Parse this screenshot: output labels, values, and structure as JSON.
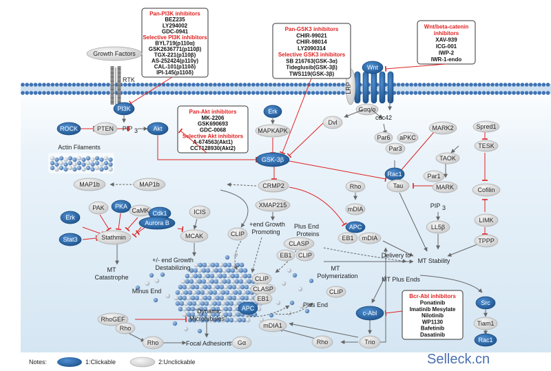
{
  "colors": {
    "clickable_fill": "#2f6aa6",
    "unclickable_fill": "#e4e4e4",
    "membrane": "#3f73b4",
    "inhibit_line": "#e02020",
    "arrow_line": "#666666",
    "box_title": "#e02020"
  },
  "nodes": {
    "growth_factors": "Growth Factors",
    "rtk": "RTK",
    "pi3k": "PI3K",
    "rock": "ROCK",
    "pten": "PTEN",
    "pip3": "PIP",
    "pip3_sub": "3",
    "akt": "Akt",
    "erk_top": "Erk",
    "mapkapk": "MAPKAPK",
    "gsk3b": "GSK-3β",
    "wnt": "Wnt",
    "lrp": "LRP",
    "gaq": "Gαq/o",
    "cdc42": "cdc42",
    "dvl": "Dvl",
    "par6": "Par6",
    "apkc": "aPKC",
    "par3": "Par3",
    "mark2": "MARK2",
    "spred1": "Spred1",
    "tesk": "TESK",
    "taok": "TAOK",
    "par1": "Par1",
    "mark": "MARK",
    "rac1_top": "Rac1",
    "tau": "Tau",
    "cofilin": "Cofilin",
    "limk": "LIMK",
    "tppp": "TPPP",
    "actin": "Actin Filaments",
    "map1b_left": "MAP1b",
    "map1b_right": "MAP1b",
    "crmp2": "CRMP2",
    "rho_mid": "Rho",
    "mdia_mid": "mDIA",
    "apc_mid": "APC",
    "eb1_mid": "EB1",
    "mdia_mid2": "mDIA",
    "pip3_right": "PIP",
    "pip3_right_sub": "3",
    "ll5b": "LL5β",
    "mt_stability": "MT Stability",
    "xmap215": "XMAP215",
    "plus_end_growth": "+end Growth",
    "promoting": "Promoting",
    "plus_end_proteins_1": "Plus End",
    "plus_end_proteins_2": "Proteins",
    "clip_a": "CLIP",
    "clasp_a": "CLASP",
    "eb1_a": "EB1",
    "clip_b": "CLIP",
    "clip_c": "CLIP",
    "clasp_b": "CLASP",
    "eb1_b": "EB1",
    "apc_low": "APC",
    "clip_d": "CLIP",
    "mt_poly_1": "MT",
    "mt_poly_2": "Polymerization",
    "plus_end": "Plus End",
    "minus_end": "Minus End",
    "dynamic_mt_1": "\"Dynamic",
    "dynamic_mt_2": "Microtubules\"",
    "erk_left": "Erk",
    "pak": "PAK",
    "pka": "PKA",
    "camk": "CaMK",
    "stat3": "Stat3",
    "stathmin": "Stathmin",
    "cdk1": "Cdk1",
    "icis": "ICIS",
    "aurora_b": "Aurora B",
    "mcak": "MCAK",
    "pm_end_1": "+/- end Growth",
    "pm_end_2": "Destabilizing",
    "mt_cat_1": "MT",
    "mt_cat_2": "Catastrophe",
    "rhogef": "RhoGEF",
    "rho_low": "Rho",
    "rho_bottom": "Rho",
    "focal": "Focal Adhesions",
    "ga": "Gα",
    "mdia1": "mDIA1",
    "rho_b2": "Rho",
    "trio": "Trio",
    "cabl": "c-Abl",
    "delivery_1": "Delivery to",
    "delivery_2": "MT Plus Ends",
    "src": "Src",
    "tiam1": "Tiam1",
    "rac1_bottom": "Rac1"
  },
  "boxes": {
    "pi3k": [
      "Pan-PI3K inhibitors",
      "BEZ235",
      "LY294002",
      "GDC-0941",
      "Selective  PI3K inhibitors",
      "BYL719(p110α)",
      "GSK2636771(p110β)",
      "TGX-221(p110β)",
      "AS-252424(p110γ)",
      "CAL-101(p110δ)",
      "IPI-145(p110δ)"
    ],
    "gsk3": [
      "Pan-GSK3 inhibitors",
      "CHIR-99021",
      "CHIR-98014",
      "LY2090314",
      "Selective GSK3 inhibitors",
      "SB 216763(GSK-3α)",
      "Tideglusib(GSK-3β)",
      "TWS119(GSK-3β)"
    ],
    "wnt": [
      "Wnt/beta-catenin",
      "inhibitors",
      "XAV-939",
      "ICG-001",
      "IWP-2",
      "IWR-1-endo"
    ],
    "akt": [
      "Pan-Akt inhibitors",
      "MK-2206",
      "GSK690693",
      "GDC-0068",
      "Selective Akt inhibitors",
      "A-674563(Akt1)",
      "CCT128930(Akt2)"
    ],
    "bcr": [
      "Bcr-Abl inhibitors",
      "Ponatinib",
      "Imatinib Mesylate",
      "Nilotinib",
      "WP1130",
      "Bafetinib",
      "Dasatinib"
    ]
  },
  "legend": {
    "title": "Notes:",
    "clickable": "1:Clickable",
    "unclickable": "2:Unclickable"
  },
  "watermark": "Selleck.cn"
}
